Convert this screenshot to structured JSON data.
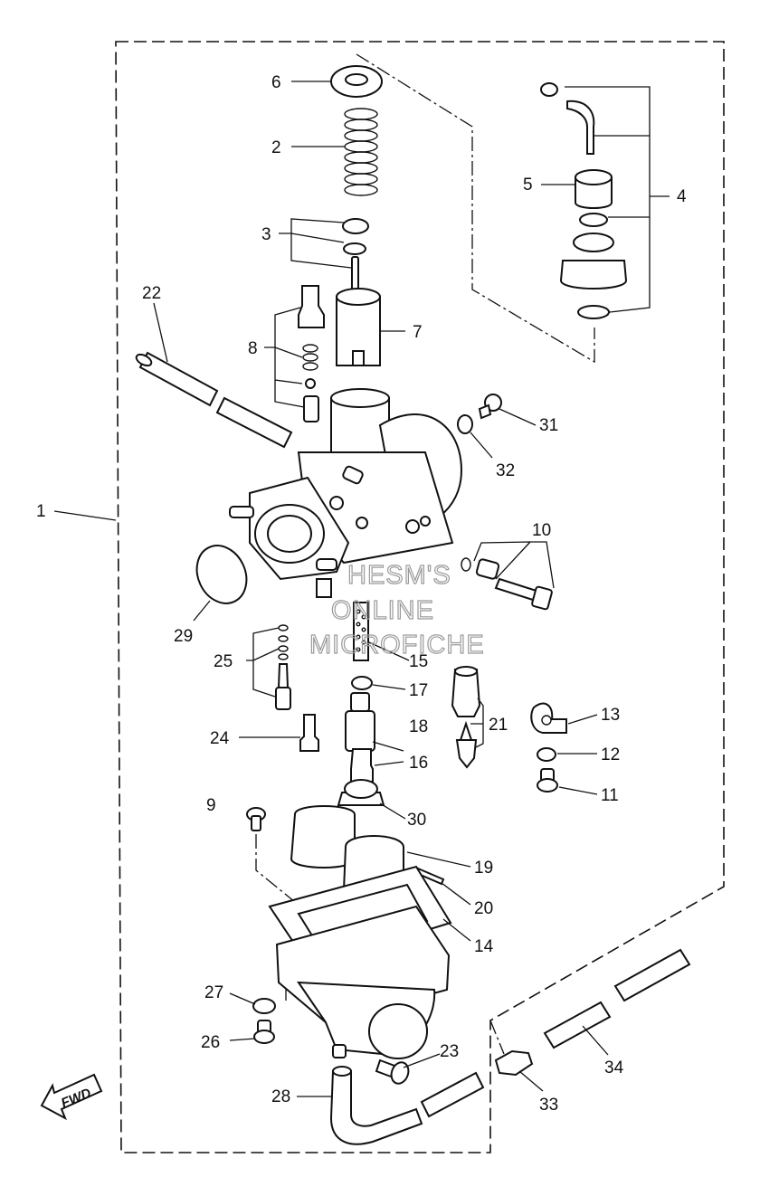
{
  "watermark": {
    "line1": "HESM'S",
    "line2": "ONLINE",
    "line3": "MICROFICHE"
  },
  "direction_label": "FWD",
  "callouts": {
    "c1": "1",
    "c2": "2",
    "c3": "3",
    "c4": "4",
    "c5": "5",
    "c6": "6",
    "c7": "7",
    "c8": "8",
    "c9": "9",
    "c10": "10",
    "c11": "11",
    "c12": "12",
    "c13": "13",
    "c14": "14",
    "c15": "15",
    "c16": "16",
    "c17": "17",
    "c18": "18",
    "c19": "19",
    "c20": "20",
    "c21": "21",
    "c22": "22",
    "c23": "23",
    "c24": "24",
    "c25": "25",
    "c26": "26",
    "c27": "27",
    "c28": "28",
    "c29": "29",
    "c30": "30",
    "c31": "31",
    "c32": "32",
    "c33": "33",
    "c34": "34"
  }
}
